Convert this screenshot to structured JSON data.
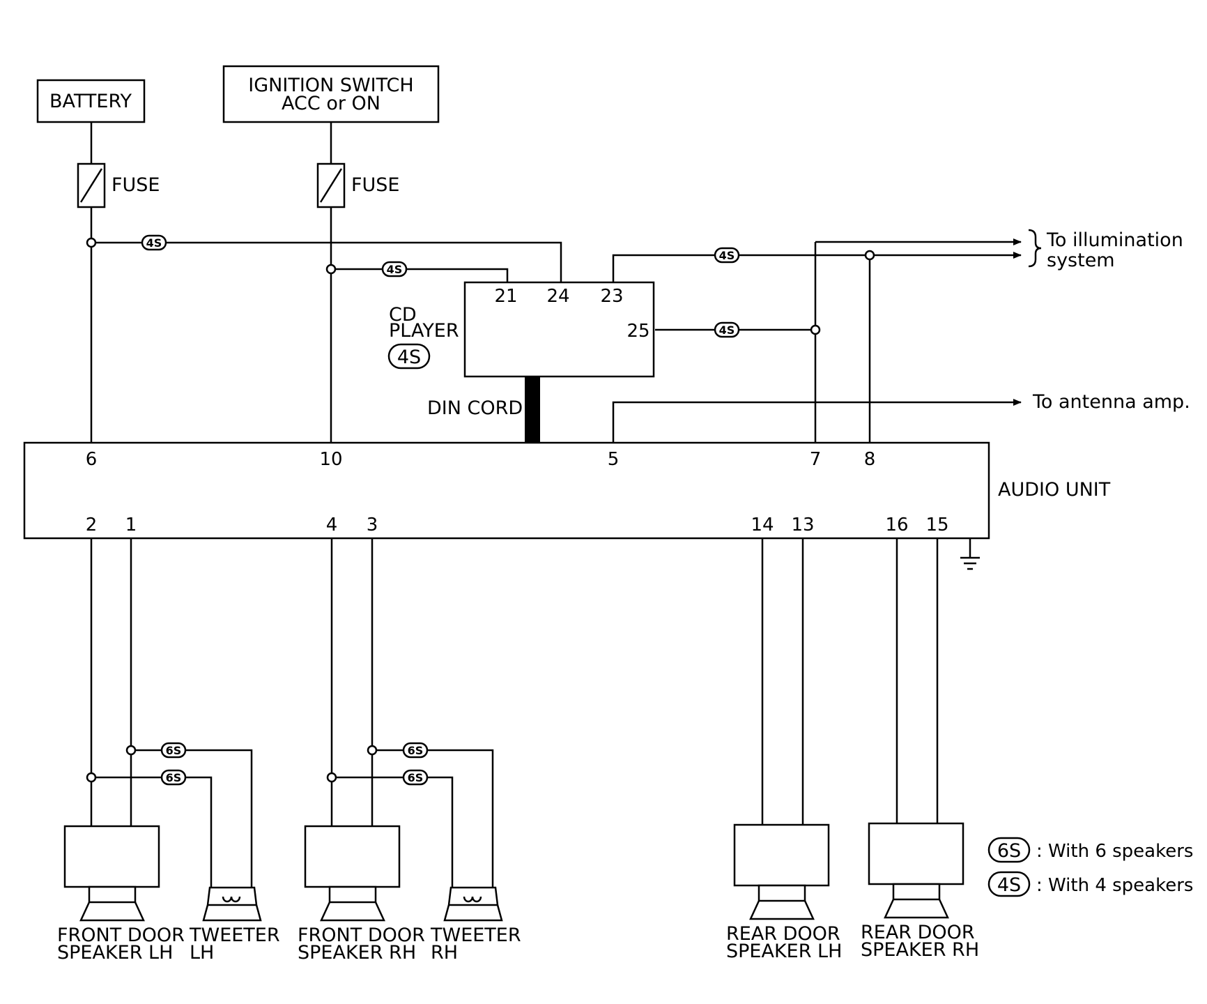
{
  "sources": {
    "battery": "BATTERY",
    "ignition_line1": "IGNITION SWITCH",
    "ignition_line2": "ACC or ON",
    "fuse": "FUSE"
  },
  "cd_player": {
    "name_line1": "CD",
    "name_line2": "PLAYER",
    "variant": "4S",
    "pins": [
      "21",
      "24",
      "23",
      "25"
    ]
  },
  "din_cord": "DIN CORD",
  "audio_unit": {
    "name": "AUDIO UNIT",
    "top_pins": [
      "6",
      "10",
      "5",
      "7",
      "8"
    ],
    "bottom_pins": [
      "2",
      "1",
      "4",
      "3",
      "14",
      "13",
      "16",
      "15"
    ]
  },
  "outputs": {
    "illumination_line1": "To illumination",
    "illumination_line2": "system",
    "antenna": "To antenna amp."
  },
  "wire_tags": {
    "six": "6S",
    "four": "4S"
  },
  "speakers": {
    "front_lh": [
      "FRONT DOOR",
      "SPEAKER LH"
    ],
    "tweeter_lh": [
      "TWEETER",
      "LH"
    ],
    "front_rh": [
      "FRONT DOOR",
      "SPEAKER RH"
    ],
    "tweeter_rh": [
      "TWEETER",
      "RH"
    ],
    "rear_lh": [
      "REAR DOOR",
      "SPEAKER LH"
    ],
    "rear_rh": [
      "REAR DOOR",
      "SPEAKER RH"
    ]
  },
  "legend": [
    {
      "tag": "6S",
      "text": ": With 6 speakers"
    },
    {
      "tag": "4S",
      "text": ": With 4 speakers"
    }
  ]
}
